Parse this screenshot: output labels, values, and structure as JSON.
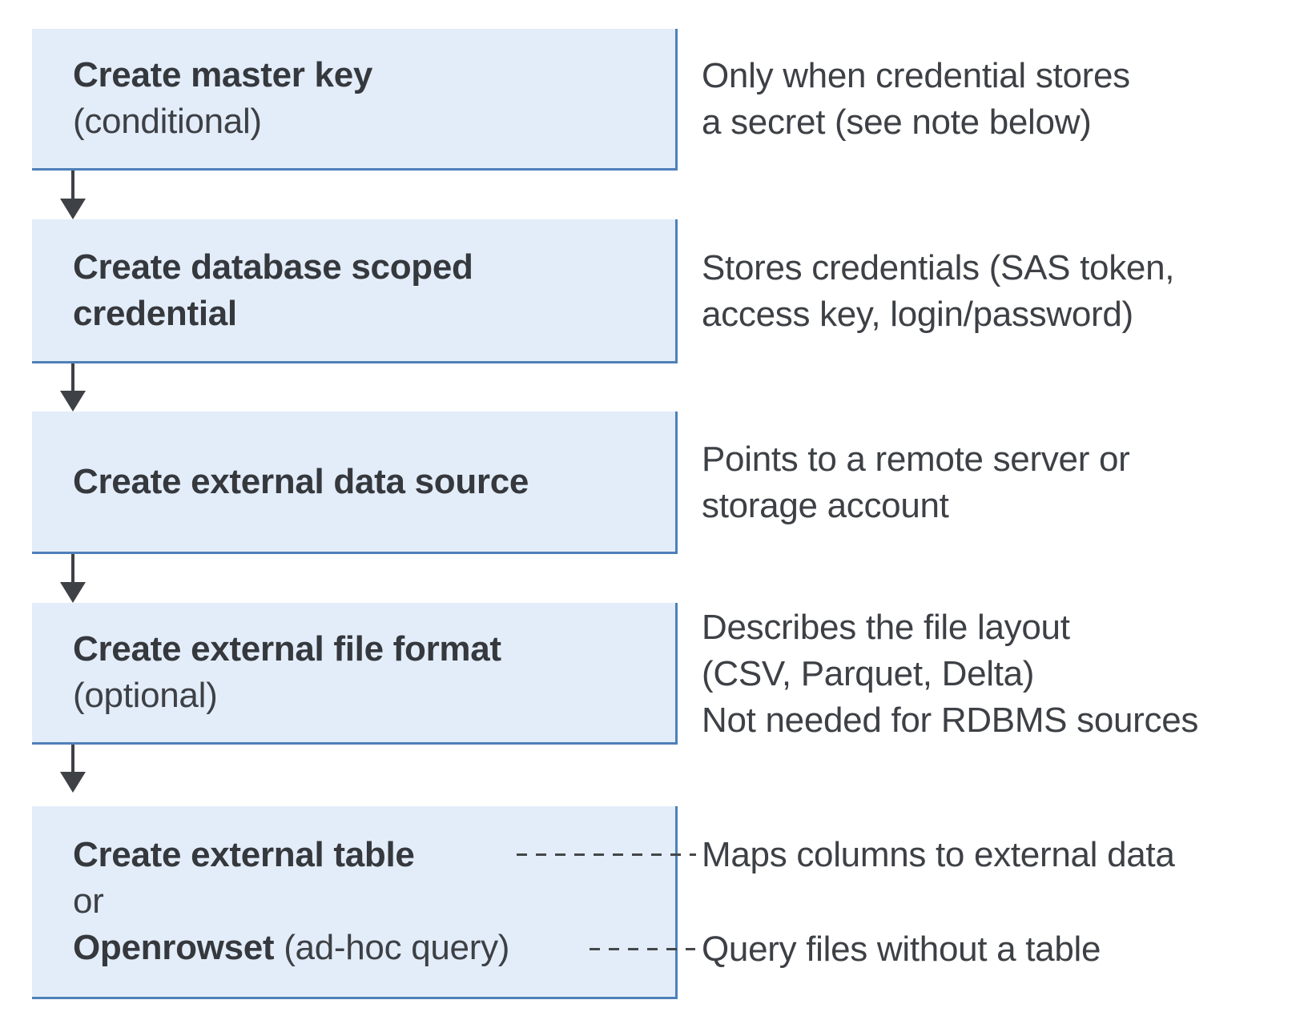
{
  "colors": {
    "background": "#FFFFFF",
    "box_fill": "#E3EDF9",
    "box_border": "#4E80B9",
    "heading_text": "#35383D",
    "body_text": "#3D4045",
    "arrow": "#3E4145",
    "connector": "#44474B"
  },
  "steps": [
    {
      "id": "create-master-key",
      "lines": [
        {
          "parts": [
            {
              "text": "Create master key",
              "bold": true
            }
          ]
        },
        {
          "parts": [
            {
              "text": "(conditional)",
              "bold": false
            }
          ]
        }
      ],
      "annotation": [
        "Only when credential stores",
        "a secret (see note below)"
      ]
    },
    {
      "id": "create-database-scoped-credential",
      "lines": [
        {
          "parts": [
            {
              "text": "Create database scoped",
              "bold": true
            }
          ]
        },
        {
          "parts": [
            {
              "text": "credential",
              "bold": true
            }
          ]
        }
      ],
      "annotation": [
        "Stores credentials (SAS token,",
        "access key, login/password)"
      ]
    },
    {
      "id": "create-external-data-source",
      "lines": [
        {
          "parts": [
            {
              "text": "Create external data source",
              "bold": true
            }
          ]
        }
      ],
      "annotation": [
        "Points to a remote server or",
        "storage account"
      ]
    },
    {
      "id": "create-external-file-format",
      "lines": [
        {
          "parts": [
            {
              "text": "Create external file format",
              "bold": true
            }
          ]
        },
        {
          "parts": [
            {
              "text": "(optional)",
              "bold": false
            }
          ]
        }
      ],
      "annotation": [
        "Describes the file layout",
        "(CSV, Parquet, Delta)",
        "Not needed for RDBMS sources"
      ]
    },
    {
      "id": "create-external-table-or-openrowset",
      "lines": [
        {
          "parts": [
            {
              "text": "Create external table",
              "bold": true
            }
          ]
        },
        {
          "parts": [
            {
              "text": "or",
              "bold": false
            }
          ]
        },
        {
          "parts": [
            {
              "text": "Openrowset",
              "bold": true
            },
            {
              "text": " (ad-hoc query)",
              "bold": false
            }
          ]
        }
      ],
      "callouts": [
        "Maps columns to external data",
        "Query files without a table"
      ]
    }
  ]
}
